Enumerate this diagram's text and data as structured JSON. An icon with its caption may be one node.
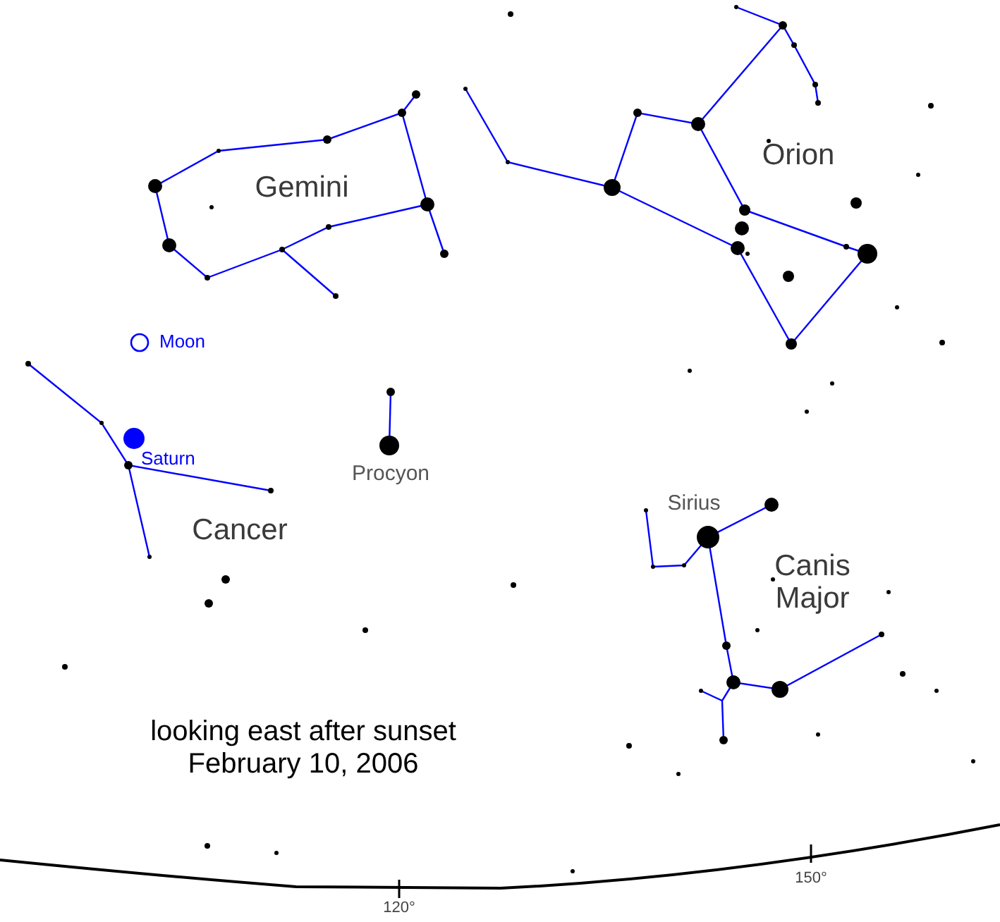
{
  "diagram": {
    "caption": "looking east after sunset February 10, 2006",
    "labels": [
      "Gemini",
      "Orion",
      "Moon",
      "Saturn",
      "Procyon",
      "Cancer",
      "Sirius",
      "Canis Major",
      "120°",
      "150°"
    ]
  }
}
